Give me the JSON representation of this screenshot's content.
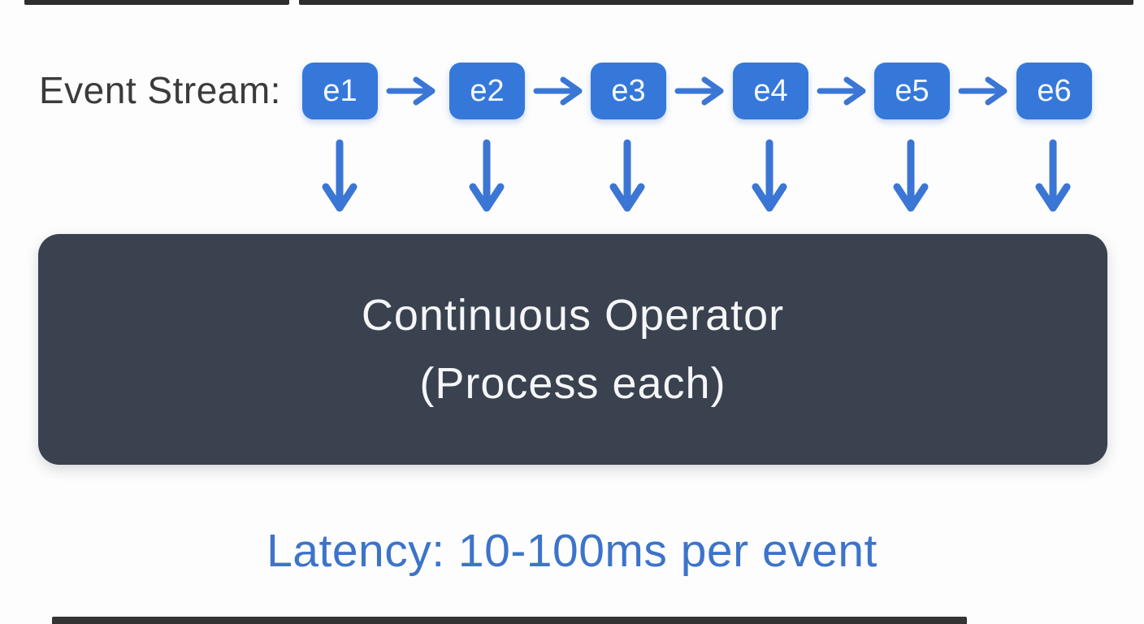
{
  "diagram": {
    "stream_label": "Event Stream:",
    "events": [
      "e1",
      "e2",
      "e3",
      "e4",
      "e5",
      "e6"
    ],
    "operator": {
      "line1": "Continuous Operator",
      "line2": "(Process each)"
    },
    "latency_caption": "Latency: 10-100ms per event"
  },
  "colors": {
    "background": "#fdfdfd",
    "event_box": "#3578d9",
    "event_box_text": "#f4f8ff",
    "arrow": "#3b76d4",
    "operator_box": "#3a424f",
    "operator_text": "#f4f6f8",
    "stream_label_text": "#3b3b3b",
    "latency_text": "#3d74c9",
    "edge_strip": "#2e2e2e"
  }
}
